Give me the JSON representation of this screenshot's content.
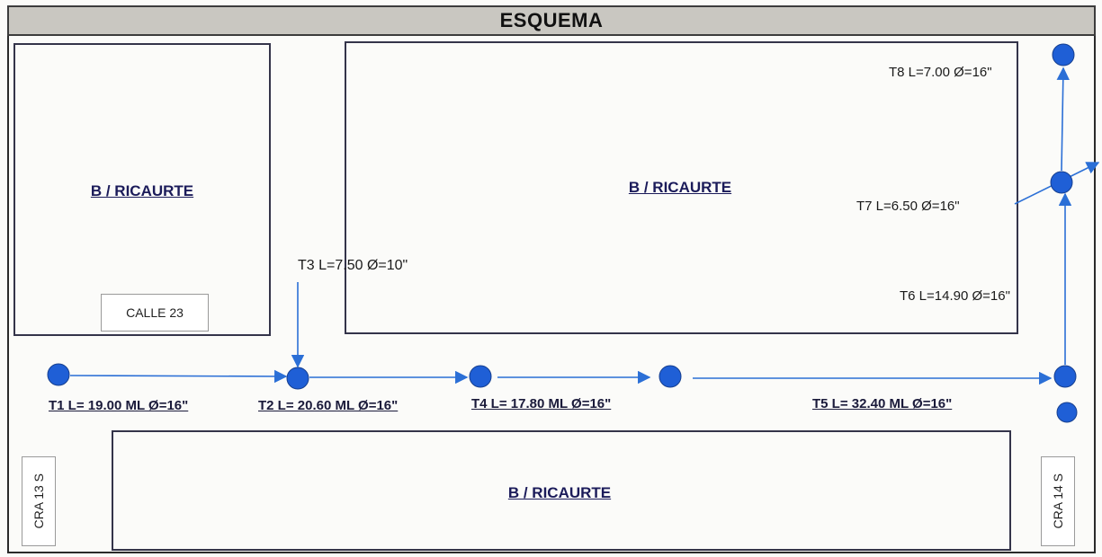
{
  "title": "ESQUEMA",
  "blocks": {
    "top_left": "B / RICAURTE",
    "top_right": "B / RICAURTE",
    "bottom": "B / RICAURTE"
  },
  "streets": {
    "calle": "CALLE  23",
    "cra_left": "CRA 13 S",
    "cra_right": "CRA 14 S"
  },
  "segments": {
    "t1": "T1 L= 19.00 ML  Ø=16\"",
    "t2": "T2 L= 20.60 ML  Ø=16\"",
    "t3": "T3 L=7.50 Ø=10\"",
    "t4": "T4 L= 17.80 ML  Ø=16\"",
    "t5": "T5 L= 32.40 ML  Ø=16\"",
    "t6": "T6 L=14.90 Ø=16\"",
    "t7": "T7 L=6.50 Ø=16\"",
    "t8": "T8 L=7.00 Ø=16\""
  },
  "colors": {
    "node": "#1f5fd6",
    "pipe": "#2b6fd6",
    "block_border": "#34344a",
    "header_bg": "#c9c7c1"
  }
}
